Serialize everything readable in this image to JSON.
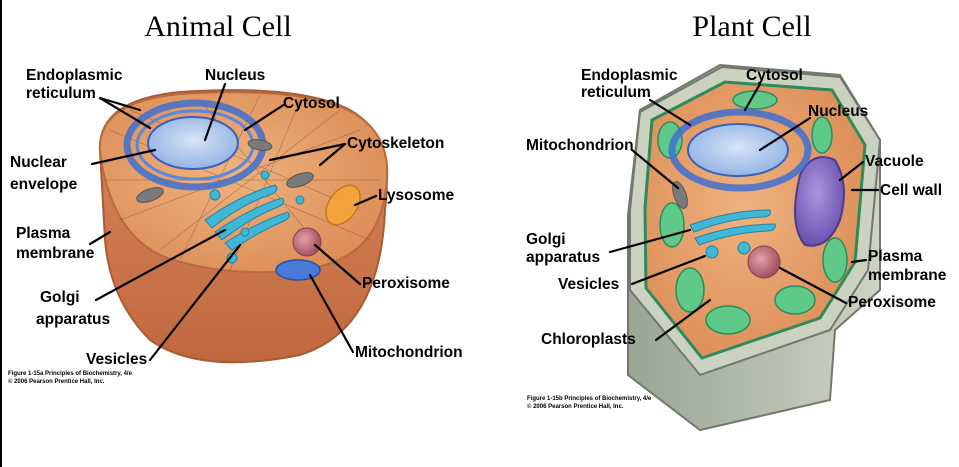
{
  "animal": {
    "title": "Animal Cell",
    "labels": {
      "er": [
        "Endoplasmic",
        "reticulum"
      ],
      "nucleus": "Nucleus",
      "cytosol": "Cytosol",
      "cytoskeleton": "Cytoskeleton",
      "nuclear_envelope": [
        "Nuclear",
        "envelope"
      ],
      "lysosome": "Lysosome",
      "plasma_membrane": [
        "Plasma",
        "membrane"
      ],
      "peroxisome": "Peroxisome",
      "golgi": [
        "Golgi",
        "apparatus"
      ],
      "mitochondrion": "Mitochondrion",
      "vesicles": "Vesicles"
    },
    "caption": [
      "Figure 1-15a  Principles of Biochemistry, 4/e",
      "© 2006 Pearson Prentice Hall, Inc."
    ]
  },
  "plant": {
    "title": "Plant Cell",
    "labels": {
      "er": [
        "Endoplasmic",
        "reticulum"
      ],
      "cytosol": "Cytosol",
      "nucleus": "Nucleus",
      "mitochondrion": "Mitochondrion",
      "vacuole": "Vacuole",
      "cell_wall": "Cell wall",
      "golgi": [
        "Golgi",
        "apparatus"
      ],
      "plasma_membrane": [
        "Plasma",
        "membrane"
      ],
      "vesicles": "Vesicles",
      "peroxisome": "Peroxisome",
      "chloroplasts": "Chloroplasts"
    },
    "caption": [
      "Figure 1-15b  Principles of Biochemistry, 4/e",
      "© 2006 Pearson Prentice Hall, Inc."
    ]
  },
  "colors": {
    "membrane_outer": "#c9774a",
    "cytoplasm": "#e9a06a",
    "nucleus": "#a9c4ea",
    "er": "#3f6fd0",
    "golgi": "#3fb7d6",
    "lysosome": "#f2a33a",
    "peroxisome": "#c46a7a",
    "mitochondrion": "#4a7ad8",
    "vacuole": "#8a6fc6",
    "chloroplast": "#5fc98a",
    "cell_wall": "#b9c2ad"
  }
}
